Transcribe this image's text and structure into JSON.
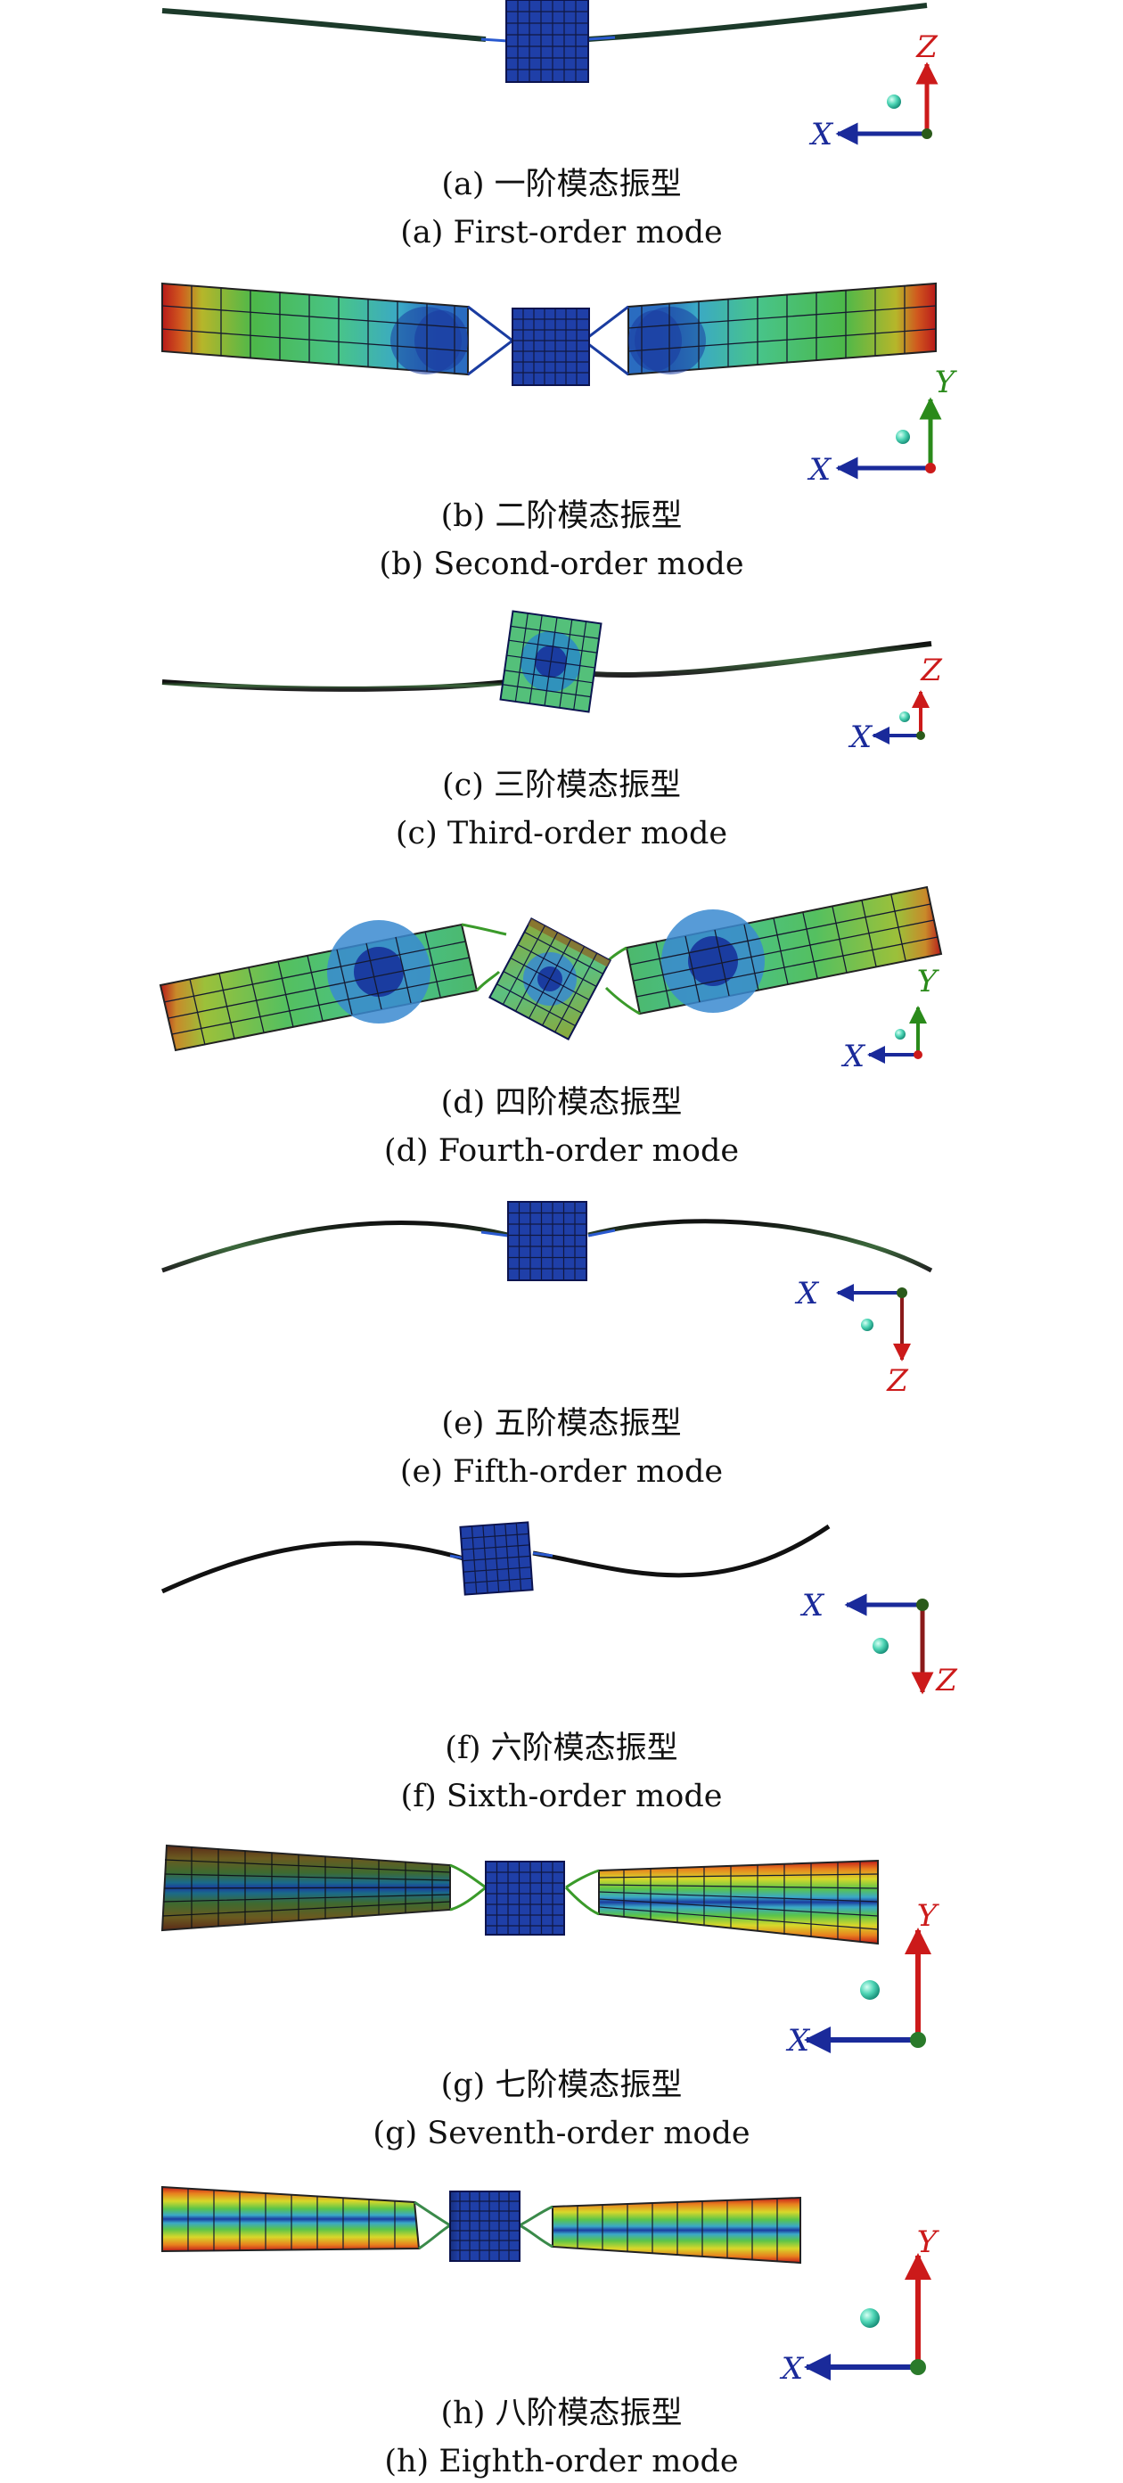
{
  "colors": {
    "x_axis": "#1a2a9a",
    "y_axis": "#2a8a1a",
    "z_axis": "#cc1a1a",
    "hub": "#1f3fa8",
    "grid_line": "#101840",
    "origin_sphere": "#4fd6b6",
    "contour_low": "#1a3ca0",
    "contour_high": "#c41a1a"
  },
  "panels": [
    {
      "id": "a",
      "caption_cn": "(a) 一阶模态振型",
      "caption_en": "(a) First-order mode",
      "axes": {
        "horizontal": "X",
        "vertical": "Z"
      }
    },
    {
      "id": "b",
      "caption_cn": "(b) 二阶模态振型",
      "caption_en": "(b) Second-order mode",
      "axes": {
        "horizontal": "X",
        "vertical": "Y"
      }
    },
    {
      "id": "c",
      "caption_cn": "(c) 三阶模态振型",
      "caption_en": "(c) Third-order mode",
      "axes": {
        "horizontal": "X",
        "vertical": "Z"
      }
    },
    {
      "id": "d",
      "caption_cn": "(d) 四阶模态振型",
      "caption_en": "(d) Fourth-order mode",
      "axes": {
        "horizontal": "X",
        "vertical": "Y"
      }
    },
    {
      "id": "e",
      "caption_cn": "(e) 五阶模态振型",
      "caption_en": "(e) Fifth-order mode",
      "axes": {
        "horizontal": "X",
        "vertical": "Z"
      }
    },
    {
      "id": "f",
      "caption_cn": "(f) 六阶模态振型",
      "caption_en": "(f) Sixth-order mode",
      "axes": {
        "horizontal": "X",
        "vertical": "Z"
      }
    },
    {
      "id": "g",
      "caption_cn": "(g) 七阶模态振型",
      "caption_en": "(g) Seventh-order mode",
      "axes": {
        "horizontal": "X",
        "vertical": "Y"
      }
    },
    {
      "id": "h",
      "caption_cn": "(h) 八阶模态振型",
      "caption_en": "(h) Eighth-order mode",
      "axes": {
        "horizontal": "X",
        "vertical": "Y"
      }
    }
  ]
}
